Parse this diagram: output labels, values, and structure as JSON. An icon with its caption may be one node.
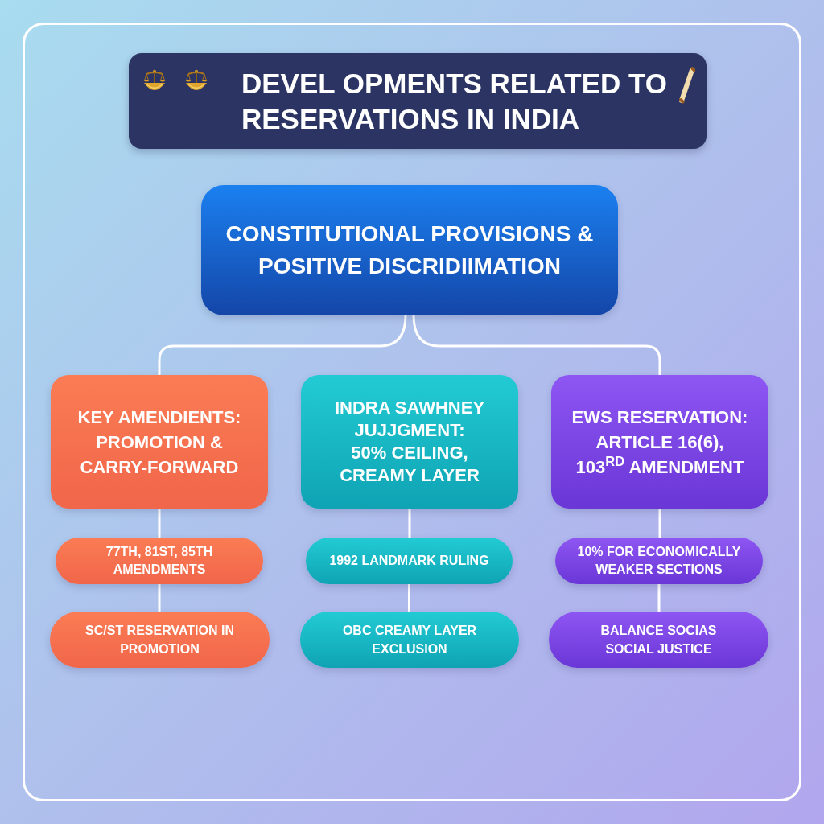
{
  "diagram": {
    "title": "DEVEL OPMENTS RELATED TO RESERVATIONS IN INDIA",
    "nodes": [
      {
        "text": [
          "CONSTITUTIONAL PROVISIONS & POSITIVE DISCRIDIIMATION"
        ]
      },
      {
        "text": [
          "KEY AMENDIENTS: PROMOTION & CARRY-FORWARD"
        ]
      },
      {
        "text": [
          "INDRA SAWHNEY JUJJGMENT: 50% CEILING, CREAMY LAYER"
        ]
      },
      {
        "text": [
          "EWS RESERVATION: ARTICLE 16(6), 103$^{RD}$ AMENDMENT"
        ]
      },
      {
        "text": [
          "77TH, 81ST, 85TH AMENDMENTS"
        ]
      },
      {
        "text": [
          "1992 LANDMARK RULING"
        ]
      },
      {
        "text": [
          "10% FOR ECONOMICALLY WEAKER SECTIONS"
        ]
      },
      {
        "text": [
          "SC/ST RESERVATION IN PROMOTION"
        ]
      },
      {
        "text": [
          "OBC CREAMY LAYER EXCLUSION"
        ]
      },
      {
        "text": [
          "BALANCE SOCIAS SOCIAL JUSTICE"
        ]
      }
    ],
    "edges": [
      {
        "from": 0,
        "to": 1,
        "arrow": "none"
      },
      {
        "from": 0,
        "to": 3,
        "arrow": "none"
      },
      {
        "from": 1,
        "to": 4,
        "arrow": "none"
      },
      {
        "from": 4,
        "to": 7,
        "arrow": "none"
      },
      {
        "from": 2,
        "to": 5,
        "arrow": "none"
      },
      {
        "from": 5,
        "to": 8,
        "arrow": "none"
      },
      {
        "from": 3,
        "to": 6,
        "arrow": "none"
      },
      {
        "from": 6,
        "to": 9,
        "arrow": "none"
      }
    ]
  }
}
